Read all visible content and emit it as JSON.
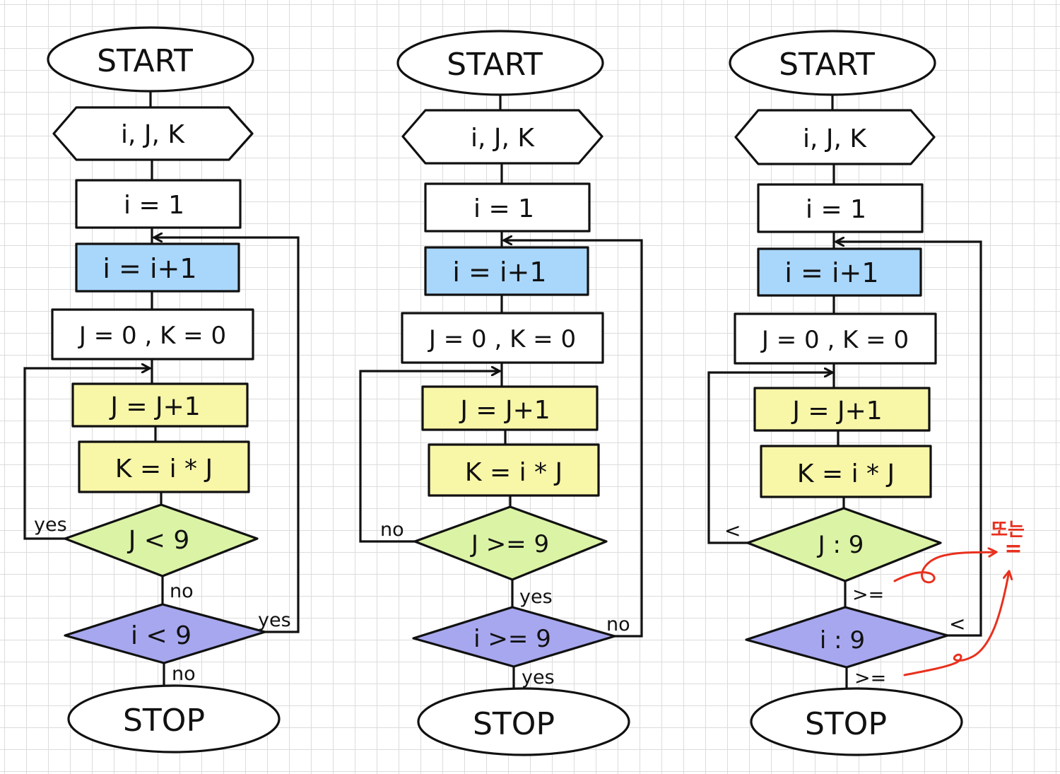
{
  "colors": {
    "increment_box": "#a9d6fb",
    "inner_box": "#f8f6a7",
    "inner_decision": "#dbf3a5",
    "outer_decision": "#a7a7ef",
    "annotation": "#e8301e"
  },
  "flowcharts": [
    {
      "start": "START",
      "input": "i, J, K",
      "init": "i = 1",
      "increment": "i = i+1",
      "reset": "J = 0 ,  K = 0",
      "j_step": "J = J+1",
      "k_step": "K =  i * J",
      "inner_condition": "J < 9",
      "inner_loop_label": "yes",
      "inner_exit_label": "no",
      "outer_condition": "i < 9",
      "outer_loop_label": "yes",
      "outer_exit_label": "no",
      "stop": "STOP"
    },
    {
      "start": "START",
      "input": "i, J, K",
      "init": "i = 1",
      "increment": "i = i+1",
      "reset": "J = 0 ,  K = 0",
      "j_step": "J = J+1",
      "k_step": "K =  i * J",
      "inner_condition": "J >= 9",
      "inner_loop_label": "no",
      "inner_exit_label": "yes",
      "outer_condition": "i >= 9",
      "outer_loop_label": "no",
      "outer_exit_label": "yes",
      "stop": "STOP"
    },
    {
      "start": "START",
      "input": "i, J, K",
      "init": "i = 1",
      "increment": "i = i+1",
      "reset": "J = 0 ,  K = 0",
      "j_step": "J = J+1",
      "k_step": "K =  i * J",
      "inner_condition": "J : 9",
      "inner_loop_label": "<",
      "inner_exit_label": ">=",
      "outer_condition": "i : 9",
      "outer_loop_label": "<",
      "outer_exit_label": ">=",
      "stop": "STOP"
    }
  ],
  "annotation": {
    "text": "또는",
    "symbol": "="
  }
}
